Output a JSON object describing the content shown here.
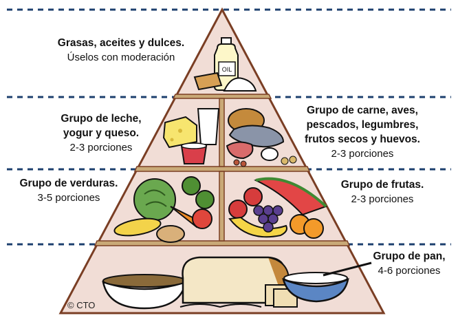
{
  "groups": {
    "fats": {
      "title": "Grasas, aceites y dulces.",
      "subtitle": "Úselos con moderación",
      "oil_label": "OIL"
    },
    "milk": {
      "title_line1": "Grupo de leche,",
      "title_line2": "yogur y queso.",
      "subtitle": "2-3 porciones"
    },
    "meat": {
      "title_line1": "Grupo de carne, aves,",
      "title_line2": "pescados, legumbres,",
      "title_line3": "frutos secos y huevos.",
      "subtitle": "2-3 porciones"
    },
    "vegetables": {
      "title": "Grupo de verduras.",
      "subtitle": "3-5 porciones"
    },
    "fruits": {
      "title": "Grupo de frutas.",
      "subtitle": "2-3 porciones"
    },
    "bread": {
      "title": "Grupo de pan,",
      "subtitle": "4-6 porciones"
    }
  },
  "credit": "© CTO",
  "colors": {
    "pyramid_fill": "#f1ddd6",
    "pyramid_border": "#7a3e24",
    "divider_band": "#c9a977",
    "dashed_line": "#1c3f6e"
  }
}
